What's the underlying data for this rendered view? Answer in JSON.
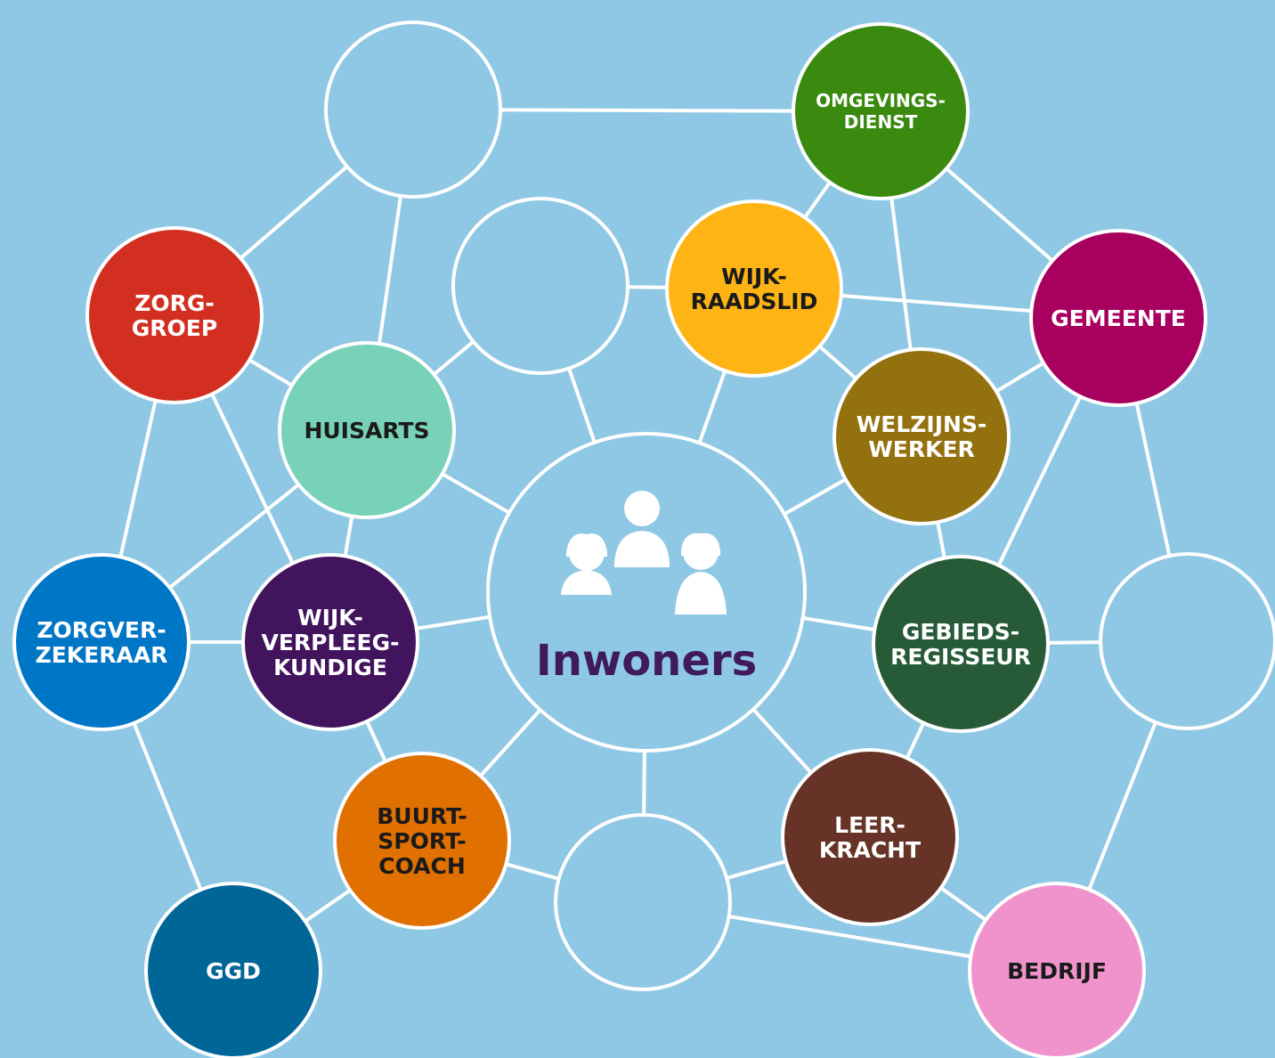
{
  "background": "#8fc8e4",
  "line_color": "#ffffff",
  "center": {
    "label": "Inwoners",
    "color": "#8fc8e4",
    "text_color": "#3f1a5c",
    "icon": "group-of-people-icon"
  },
  "nodes": [
    {
      "id": "empty-top",
      "lines": [],
      "color": "#8fc8e4",
      "text_color": "#ffffff"
    },
    {
      "id": "omgevingsdienst",
      "lines": [
        "OMGEVINGS-",
        "DIENST"
      ],
      "color": "#3a8a10",
      "text_color": "#ffffff"
    },
    {
      "id": "zorggroep",
      "lines": [
        "ZORG-",
        "GROEP"
      ],
      "color": "#d22f21",
      "text_color": "#ffffff"
    },
    {
      "id": "empty-upper-center",
      "lines": [],
      "color": "#8fc8e4",
      "text_color": "#ffffff"
    },
    {
      "id": "wijkraadslid",
      "lines": [
        "WIJK-",
        "RAADSLID"
      ],
      "color": "#fdb414",
      "text_color": "#1a1a1a"
    },
    {
      "id": "gemeente",
      "lines": [
        "GEMEENTE"
      ],
      "color": "#a8005f",
      "text_color": "#ffffff"
    },
    {
      "id": "huisarts",
      "lines": [
        "HUISARTS"
      ],
      "color": "#77d2b8",
      "text_color": "#1a1a1a"
    },
    {
      "id": "welzijnswerker",
      "lines": [
        "WELZIJNS-",
        "WERKER"
      ],
      "color": "#94710f",
      "text_color": "#ffffff"
    },
    {
      "id": "zorgverzekeraar",
      "lines": [
        "ZORGVER-",
        "ZEKERAAR"
      ],
      "color": "#0077c6",
      "text_color": "#ffffff"
    },
    {
      "id": "wijkverpleegkundige",
      "lines": [
        "WIJK-",
        "VERPLEEG-",
        "KUNDIGE"
      ],
      "color": "#42145e",
      "text_color": "#ffffff"
    },
    {
      "id": "gebiedsregisseur",
      "lines": [
        "GEBIEDS-",
        "REGISSEUR"
      ],
      "color": "#275a37",
      "text_color": "#ffffff"
    },
    {
      "id": "empty-right",
      "lines": [],
      "color": "#8fc8e4",
      "text_color": "#ffffff"
    },
    {
      "id": "buurtsportcoach",
      "lines": [
        "BUURT-",
        "SPORT-",
        "COACH"
      ],
      "color": "#e07000",
      "text_color": "#1a1a1a"
    },
    {
      "id": "leerkracht",
      "lines": [
        "LEER-",
        "KRACHT"
      ],
      "color": "#663326",
      "text_color": "#ffffff"
    },
    {
      "id": "empty-bottom",
      "lines": [],
      "color": "#8fc8e4",
      "text_color": "#ffffff"
    },
    {
      "id": "ggd",
      "lines": [
        "GGD"
      ],
      "color": "#006698",
      "text_color": "#ffffff"
    },
    {
      "id": "bedrijf",
      "lines": [
        "BEDRIJF"
      ],
      "color": "#f093cc",
      "text_color": "#1a1a1a"
    }
  ],
  "edges": [
    [
      "empty-top",
      "omgevingsdienst"
    ],
    [
      "empty-top",
      "zorggroep"
    ],
    [
      "empty-top",
      "huisarts"
    ],
    [
      "omgevingsdienst",
      "wijkraadslid"
    ],
    [
      "omgevingsdienst",
      "gemeente"
    ],
    [
      "omgevingsdienst",
      "welzijnswerker"
    ],
    [
      "zorggroep",
      "huisarts"
    ],
    [
      "zorggroep",
      "zorgverzekeraar"
    ],
    [
      "zorggroep",
      "wijkverpleegkundige"
    ],
    [
      "empty-upper-center",
      "wijkraadslid"
    ],
    [
      "empty-upper-center",
      "huisarts"
    ],
    [
      "empty-upper-center",
      "center"
    ],
    [
      "wijkraadslid",
      "gemeente"
    ],
    [
      "wijkraadslid",
      "welzijnswerker"
    ],
    [
      "wijkraadslid",
      "center"
    ],
    [
      "gemeente",
      "welzijnswerker"
    ],
    [
      "gemeente",
      "gebiedsregisseur"
    ],
    [
      "gemeente",
      "empty-right"
    ],
    [
      "huisarts",
      "center"
    ],
    [
      "huisarts",
      "zorgverzekeraar"
    ],
    [
      "huisarts",
      "wijkverpleegkundige"
    ],
    [
      "welzijnswerker",
      "center"
    ],
    [
      "welzijnswerker",
      "gebiedsregisseur"
    ],
    [
      "zorgverzekeraar",
      "wijkverpleegkundige"
    ],
    [
      "zorgverzekeraar",
      "ggd"
    ],
    [
      "wijkverpleegkundige",
      "center"
    ],
    [
      "wijkverpleegkundige",
      "buurtsportcoach"
    ],
    [
      "center",
      "gebiedsregisseur"
    ],
    [
      "center",
      "buurtsportcoach"
    ],
    [
      "center",
      "leerkracht"
    ],
    [
      "center",
      "empty-bottom"
    ],
    [
      "gebiedsregisseur",
      "empty-right"
    ],
    [
      "gebiedsregisseur",
      "leerkracht"
    ],
    [
      "empty-right",
      "bedrijf"
    ],
    [
      "buurtsportcoach",
      "ggd"
    ],
    [
      "buurtsportcoach",
      "empty-bottom"
    ],
    [
      "leerkracht",
      "empty-bottom"
    ],
    [
      "leerkracht",
      "bedrijf"
    ],
    [
      "empty-bottom",
      "bedrijf"
    ]
  ]
}
